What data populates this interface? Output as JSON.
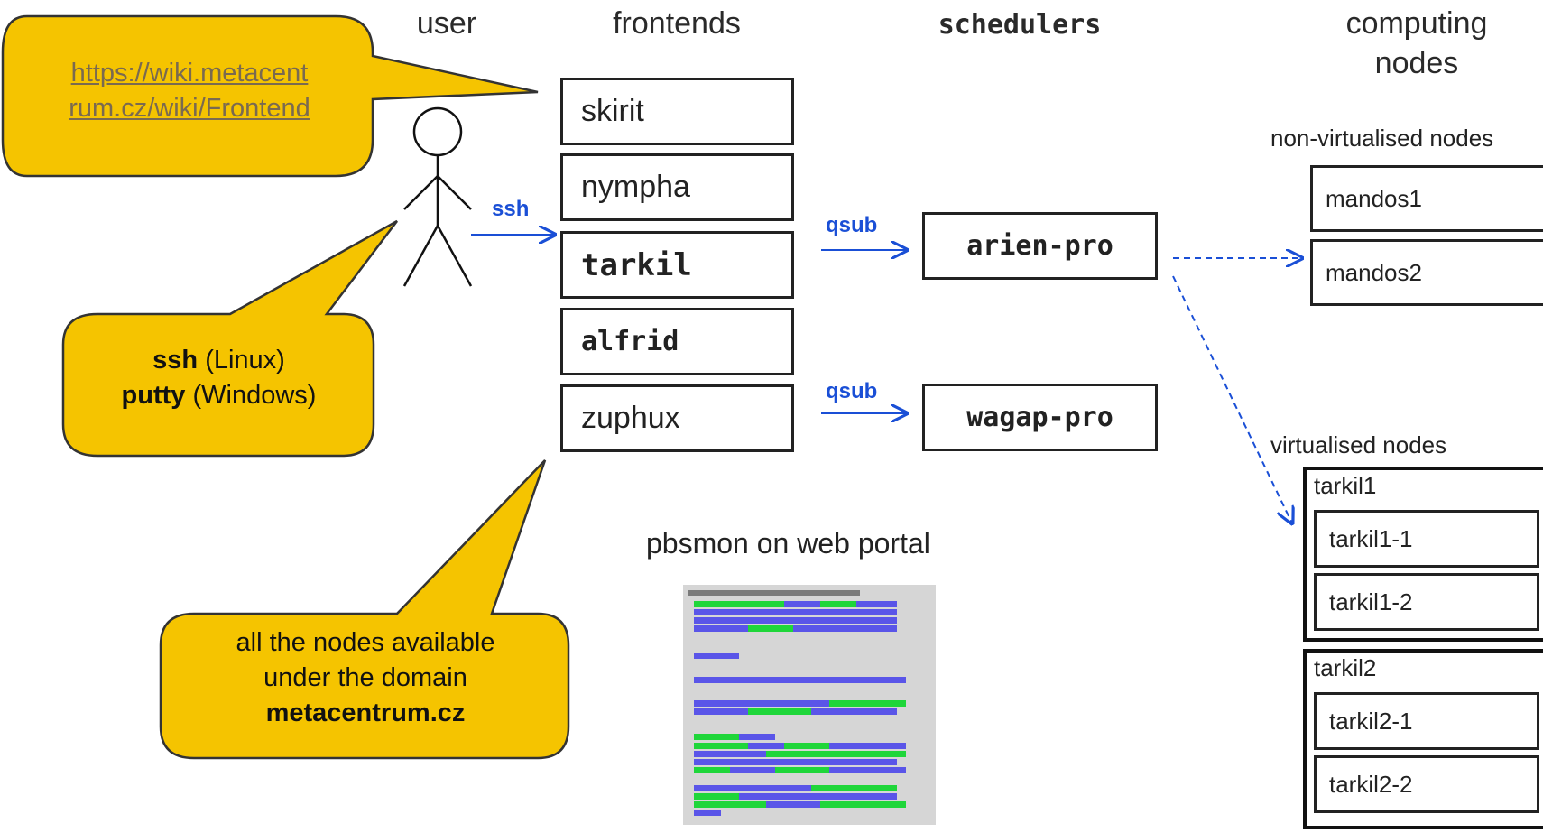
{
  "columns": {
    "user": "user",
    "frontends": "frontends",
    "schedulers": "schedulers",
    "computing_nodes": "computing\nnodes"
  },
  "callouts": {
    "wiki_link": "https://wiki.metacentrum.cz/wiki/Frontend",
    "wiki_line1": "https://wiki.metacent",
    "wiki_line2": "rum.cz/wiki/Frontend",
    "ssh_strong": "ssh",
    "ssh_rest": " (Linux)",
    "putty_strong": "putty",
    "putty_rest": " (Windows)",
    "nodes_line1": "all the nodes available",
    "nodes_line2": "under the domain",
    "nodes_strong": "metacentrum.cz"
  },
  "frontends": [
    "skirit",
    "nympha",
    "tarkil",
    "alfrid",
    "zuphux"
  ],
  "arrows": {
    "ssh": "ssh",
    "qsub1": "qsub",
    "qsub2": "qsub"
  },
  "schedulers": [
    "arien-pro",
    "wagap-pro"
  ],
  "non_virtualised": {
    "label": "non-virtualised nodes",
    "nodes": [
      "mandos1",
      "mandos2"
    ]
  },
  "virtualised": {
    "label": "virtualised nodes",
    "groups": [
      {
        "name": "tarkil1",
        "nodes": [
          "tarkil1-1",
          "tarkil1-2"
        ]
      },
      {
        "name": "tarkil2",
        "nodes": [
          "tarkil2-1",
          "tarkil2-2"
        ]
      }
    ]
  },
  "portal": {
    "label": "pbsmon on web portal"
  },
  "colors": {
    "callout_fill": "#f5c400",
    "callout_stroke": "#333333",
    "arrow_blue": "#1a4fd6",
    "thumb_green": "#1fd63a",
    "thumb_blue": "#5a55e8"
  }
}
